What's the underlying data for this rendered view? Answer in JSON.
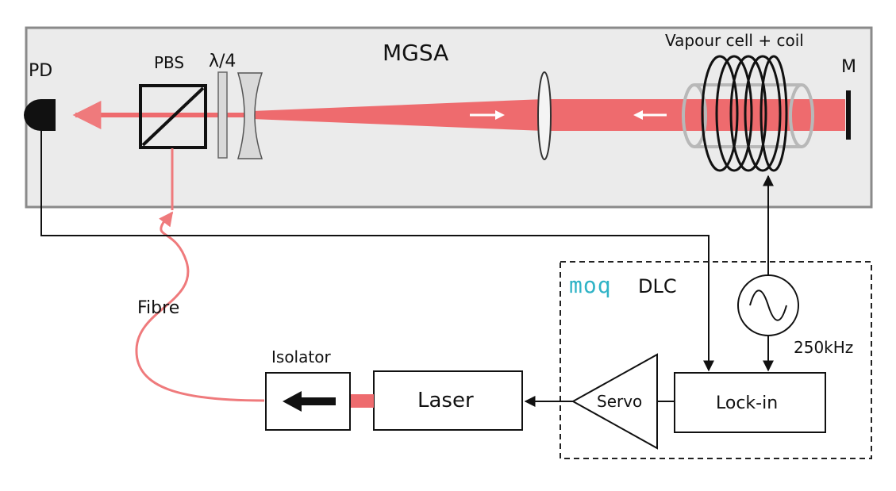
{
  "labels": {
    "mgsa": "MGSA",
    "pd": "PD",
    "pbs": "PBS",
    "quarter_wave": "λ/4",
    "vapour_cell": "Vapour cell + coil",
    "mirror": "M",
    "fibre": "Fibre",
    "isolator": "Isolator",
    "laser": "Laser",
    "servo": "Servo",
    "lockin": "Lock-in",
    "frequency": "250kHz",
    "brand_logo": "moq",
    "brand_suffix": "DLC"
  },
  "colors": {
    "beam": "#ee6b6e",
    "fibre": "#ef7a7c",
    "logo": "#2fb3c6",
    "mgsa_fill": "#ebebeb",
    "mgsa_border": "#8a8a8a",
    "lens": "#d9d9d9"
  }
}
